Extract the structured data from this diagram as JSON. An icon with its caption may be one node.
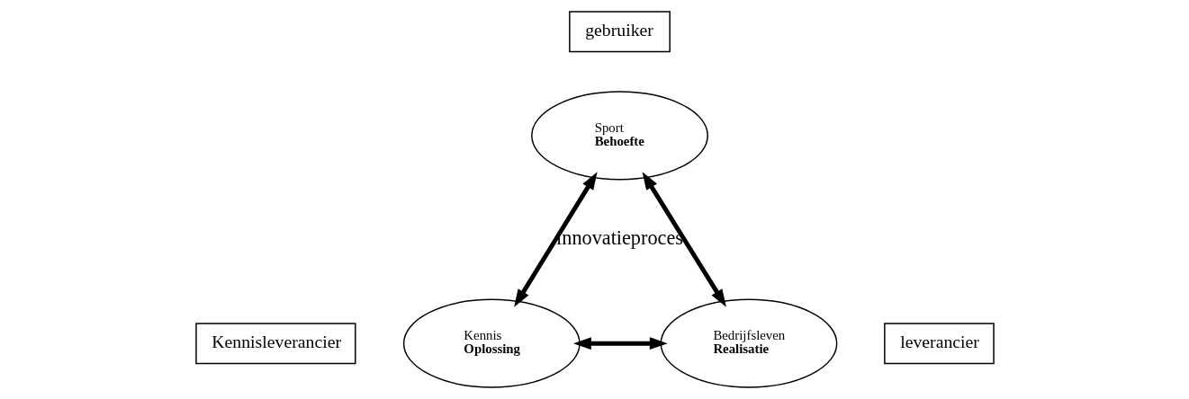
{
  "diagram": {
    "nodes": [
      {
        "text": [
          "gebruiker"
        ]
      },
      {
        "text": [
          "Sport",
          "Behoefte"
        ]
      },
      {
        "text": [
          "Kennis",
          "Oplossing"
        ]
      },
      {
        "text": [
          "Bedrijfsleven",
          "Realisatie"
        ]
      },
      {
        "text": [
          "Kennisleverancier"
        ]
      },
      {
        "text": [
          "leverancier"
        ]
      }
    ],
    "edges": [
      {
        "from": 1,
        "to": 2,
        "arrow": "both"
      },
      {
        "from": 1,
        "to": 3,
        "arrow": "both"
      },
      {
        "from": 2,
        "to": 3,
        "arrow": "both"
      }
    ],
    "labels": [
      "innovatieproces"
    ]
  }
}
